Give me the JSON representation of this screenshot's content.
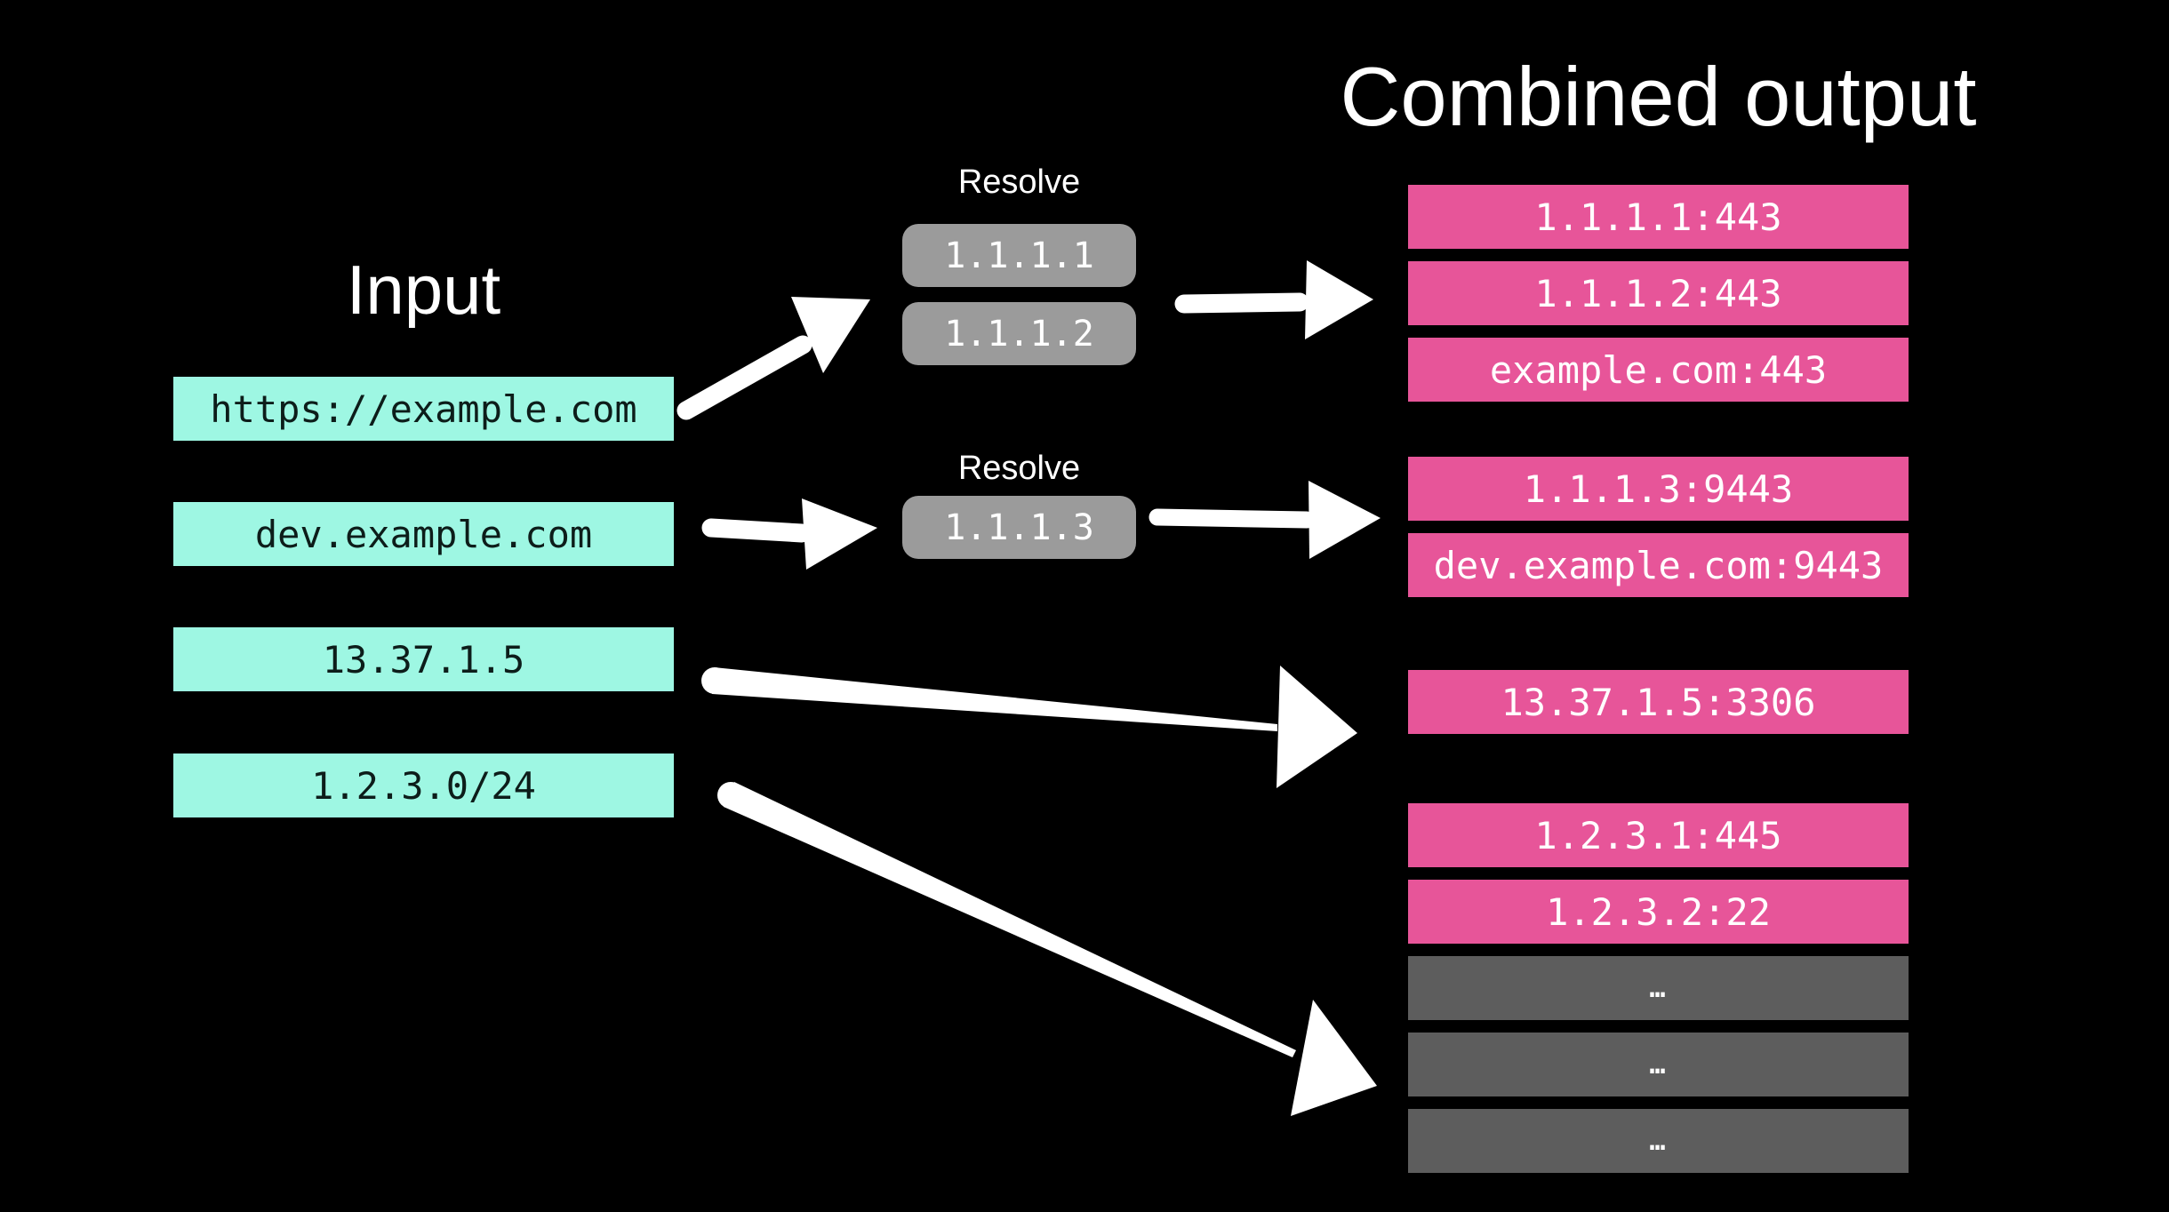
{
  "titles": {
    "input": "Input",
    "output": "Combined output"
  },
  "inputs": [
    {
      "label": "https://example.com"
    },
    {
      "label": "dev.example.com"
    },
    {
      "label": "13.37.1.5"
    },
    {
      "label": "1.2.3.0/24"
    }
  ],
  "resolves": [
    {
      "label": "Resolve",
      "items": [
        {
          "label": "1.1.1.1"
        },
        {
          "label": "1.1.1.2"
        }
      ]
    },
    {
      "label": "Resolve",
      "items": [
        {
          "label": "1.1.1.3"
        }
      ]
    }
  ],
  "outputs": [
    {
      "items": [
        {
          "label": "1.1.1.1:443"
        },
        {
          "label": "1.1.1.2:443"
        },
        {
          "label": "example.com:443"
        }
      ]
    },
    {
      "items": [
        {
          "label": "1.1.1.3:9443"
        },
        {
          "label": "dev.example.com:9443"
        }
      ]
    },
    {
      "items": [
        {
          "label": "13.37.1.5:3306"
        }
      ]
    },
    {
      "items": [
        {
          "label": "1.2.3.1:445"
        },
        {
          "label": "1.2.3.2:22"
        },
        {
          "label": "…"
        },
        {
          "label": "…"
        },
        {
          "label": "…"
        }
      ]
    }
  ],
  "edges": [
    {
      "from": "input-https-example-com",
      "to": "resolve-group-1"
    },
    {
      "from": "resolve-group-1",
      "to": "output-group-1"
    },
    {
      "from": "input-dev-example-com",
      "to": "resolve-group-2"
    },
    {
      "from": "resolve-group-2",
      "to": "output-group-2"
    },
    {
      "from": "input-13-37-1-5",
      "to": "output-group-3"
    },
    {
      "from": "input-1-2-3-0-24",
      "to": "output-group-4"
    }
  ],
  "colors": {
    "background": "#000000",
    "input_box": "#9ef7e3",
    "input_text": "#0d1d1a",
    "resolve_box": "#9b9b9b",
    "output_box": "#e75599",
    "muted_box": "#5d5d5d",
    "arrow": "#ffffff",
    "title_text": "#ffffff"
  }
}
